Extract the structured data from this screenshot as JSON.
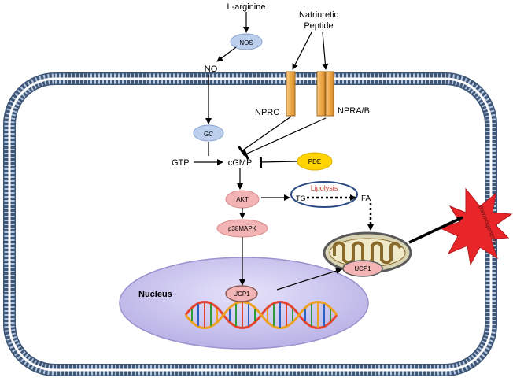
{
  "labels": {
    "l_arginine": "L-arginine",
    "natriuretic_line1": "Natriuretic",
    "natriuretic_line2": "Peptide",
    "nos": "NOS",
    "no": "NO",
    "gc": "GC",
    "nprc": "NPRC",
    "npra_b": "NPRA/B",
    "gtp": "GTP",
    "cgmp": "cGMP",
    "pde": "PDE",
    "akt": "AKT",
    "p38mapk": "p38MAPK",
    "lipolysis": "Lipolysis",
    "tg": "TG",
    "fa": "FA",
    "ucp1_mito": "UCP1",
    "ucp1_nucleus": "UCP1",
    "nucleus": "Nucleus",
    "thermogenesis": "thermogenesis"
  },
  "colors": {
    "membrane": "#6f87a6",
    "membrane_dark": "#3e5677",
    "blue_node": "#bcd0ee",
    "blue_node_stroke": "#8aa3cf",
    "pink_node": "#f2b4b4",
    "pink_node_stroke": "#d98a8a",
    "pde_fill": "#ffd400",
    "receptor": "#f0b25c",
    "receptor_stroke": "#a36a1e",
    "nucleus_fill": "#c8c3ec",
    "nucleus_stroke": "#9a93cf",
    "lipolysis_text": "#c0392b",
    "lipolysis_stroke": "#2c4a86",
    "burst": "#e8262a",
    "mito_outer": "#d9d4b4",
    "mito_inner": "#8a6a2a"
  }
}
